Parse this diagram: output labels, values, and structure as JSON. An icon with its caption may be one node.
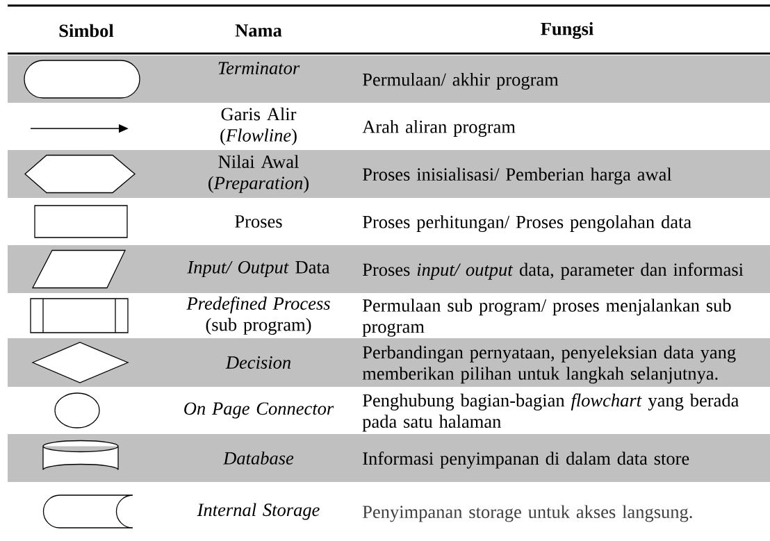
{
  "diagram": {
    "nodes": [
      {
        "text": [],
        "shape": "stadium"
      },
      {
        "text": [],
        "shape": "hexagon"
      },
      {
        "text": [],
        "shape": "box"
      },
      {
        "text": [],
        "shape": "parallelogram"
      },
      {
        "text": [],
        "shape": "subroutine"
      },
      {
        "text": [],
        "shape": "diamond"
      },
      {
        "text": [],
        "shape": "circle"
      },
      {
        "text": [],
        "shape": "cylinder"
      },
      {
        "text": [],
        "shape": "storage"
      }
    ],
    "labels": [
      "Simbol",
      "Nama",
      "Fungsi",
      "Terminator",
      "Permulaan/ akhir program",
      "Garis Alir (*Flowline*)",
      "Arah aliran program",
      "Nilai Awal (*Preparation*)",
      "Proses inisialisasi/ Pemberian harga awal",
      "Proses",
      "Proses perhitungan/ Proses pengolahan data",
      "*Input/ Output* Data",
      "Proses *input/ output* data, parameter dan informasi",
      "*Predefined Process* (sub program)",
      "Permulaan sub program/ proses menjalankan sub program",
      "Decision",
      "Perbandingan pernyataan, penyeleksian data yang memberikan pilihan untuk langkah selanjutnya.",
      "On Page Connector",
      "Penghubung bagian-bagian *flowchart* yang berada pada satu halaman",
      "Database",
      "Informasi penyimpanan di dalam data store",
      "Internal Storage",
      "Penyimpanan storage untuk akses langsung."
    ]
  }
}
